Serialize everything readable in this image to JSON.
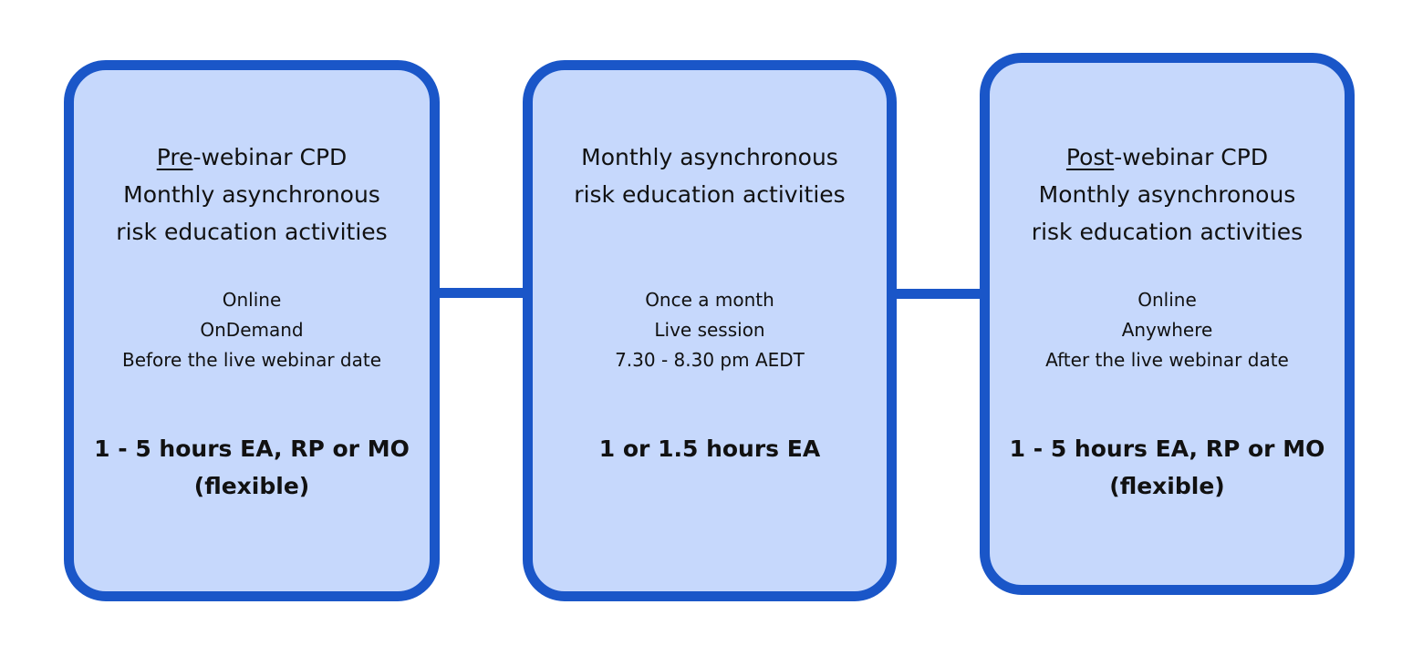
{
  "boxes": [
    {
      "title_underlined": "Pre",
      "title_rest": "-webinar CPD",
      "subtitle_1": "Monthly asynchronous",
      "subtitle_2": "risk education activities",
      "details": [
        "Online",
        "OnDemand",
        "Before the live webinar date"
      ],
      "hours_1": "1 - 5 hours EA, RP or MO",
      "hours_2": "(flexible)"
    },
    {
      "subtitle_1": "Monthly asynchronous",
      "subtitle_2": "risk education activities",
      "details": [
        "Once a month",
        "Live session",
        "7.30 - 8.30 pm AEDT"
      ],
      "hours_1": "1 or 1.5 hours EA"
    },
    {
      "title_underlined": "Post",
      "title_rest": "-webinar CPD",
      "subtitle_1": "Monthly asynchronous",
      "subtitle_2": "risk education activities",
      "details": [
        "Online",
        "Anywhere",
        "After the live webinar date"
      ],
      "hours_1": "1 - 5 hours EA, RP or MO",
      "hours_2": "(flexible)"
    }
  ],
  "colors": {
    "border": "#1a56c8",
    "fill": "#c6d8fc"
  }
}
